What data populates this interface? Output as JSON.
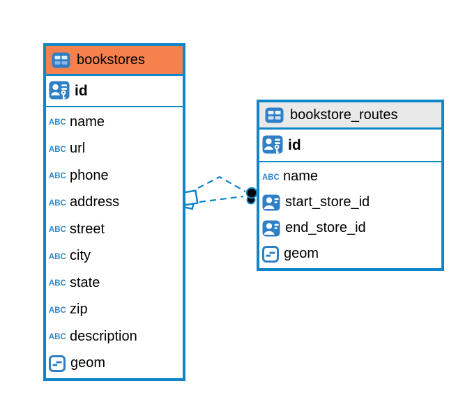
{
  "diagram": {
    "tables": {
      "bookstores": {
        "title": "bookstores",
        "pk_label": "id",
        "columns": [
          {
            "label": "name",
            "type": "text"
          },
          {
            "label": "url",
            "type": "text"
          },
          {
            "label": "phone",
            "type": "text"
          },
          {
            "label": "address",
            "type": "text"
          },
          {
            "label": "street",
            "type": "text"
          },
          {
            "label": "city",
            "type": "text"
          },
          {
            "label": "state",
            "type": "text"
          },
          {
            "label": "zip",
            "type": "text"
          },
          {
            "label": "description",
            "type": "text"
          },
          {
            "label": "geom",
            "type": "geometry"
          }
        ]
      },
      "bookstore_routes": {
        "title": "bookstore_routes",
        "pk_label": "id",
        "columns": [
          {
            "label": "name",
            "type": "text"
          },
          {
            "label": "start_store_id",
            "type": "reference"
          },
          {
            "label": "end_store_id",
            "type": "reference"
          },
          {
            "label": "geom",
            "type": "geometry"
          }
        ]
      }
    },
    "type_labels": {
      "text": "ABC"
    },
    "relationship": {
      "from_table": "bookstores",
      "to_table": "bookstore_routes",
      "line_style": "dashed",
      "line_count": 2
    },
    "colors": {
      "accent_blue": "#0e86c8",
      "icon_blue": "#2e7fc6",
      "bookstores_header": "#f6814d",
      "routes_header": "#e9e9e9",
      "text": "#000000",
      "connector_dot": "#000000"
    }
  }
}
